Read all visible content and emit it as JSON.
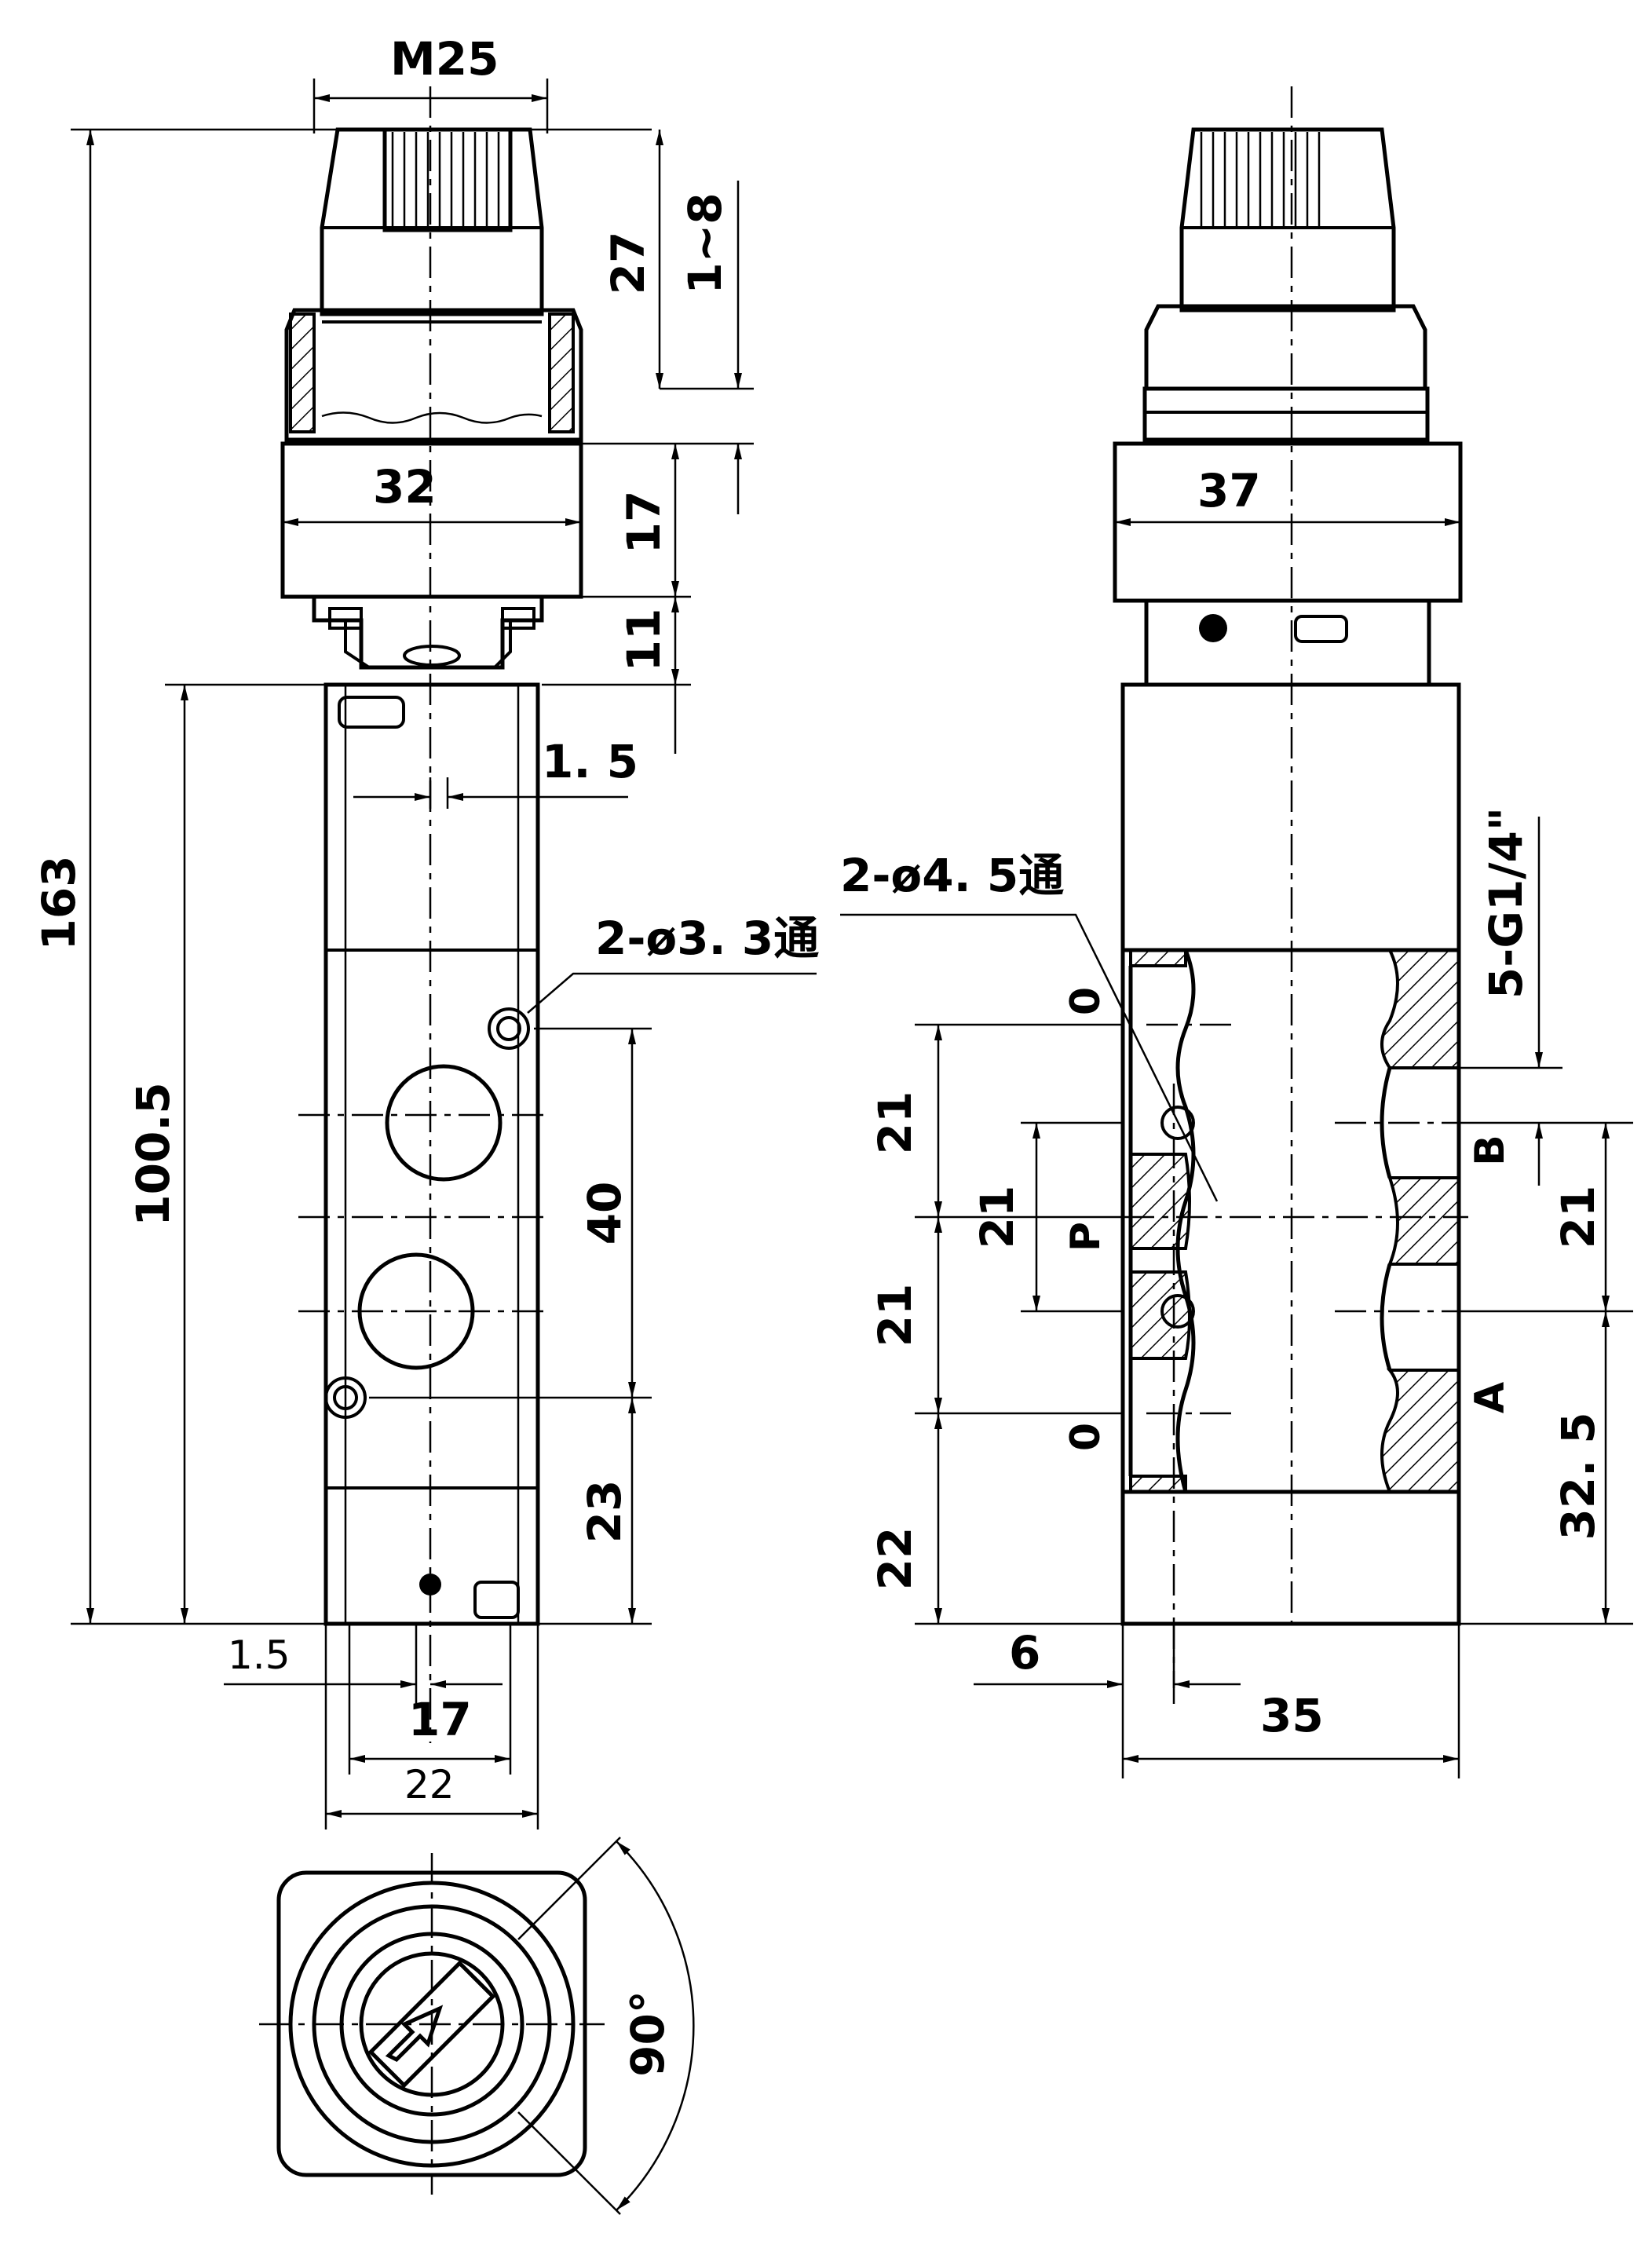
{
  "dimensions": {
    "thread": "M25",
    "total_height": "163",
    "knob_height": "27",
    "stroke_range": "1~8",
    "body_width_left": "32",
    "body_width_right": "37",
    "nut_height": "17",
    "neck_height": "11",
    "body_height": "100.5",
    "offset_top": "1. 5",
    "offset_bottom": "1.5",
    "hole_spacing": "40",
    "bottom_to_hole": "23",
    "mount_spacing": "17",
    "base_width": "22",
    "port_pitch_a": "21",
    "port_pitch_b": "21",
    "port_pitch_c": "21",
    "port_pitch_d": "21",
    "bottom_port_height": "22",
    "a_port_height": "32. 5",
    "port_offset": "6",
    "valve_width": "35",
    "rotation_angle": "90°"
  },
  "callouts": {
    "mount_holes": "2-ø3. 3通",
    "through_holes": "2-ø4. 5通",
    "port_thread": "5-G1/4\""
  },
  "port_labels": {
    "exhaust_top": "0",
    "pressure": "P",
    "exhaust_bottom": "0",
    "port_b": "B",
    "port_a": "A"
  }
}
